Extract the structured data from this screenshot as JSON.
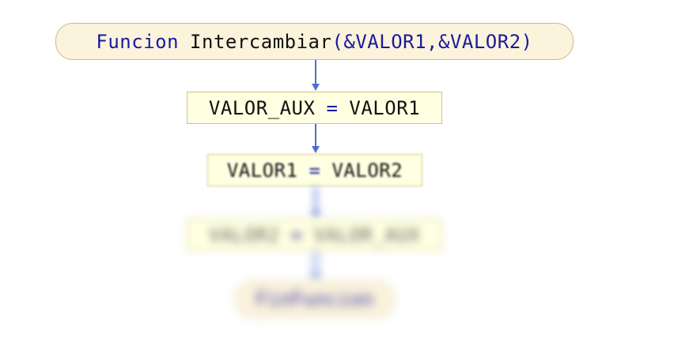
{
  "diagram": {
    "header": {
      "keyword": "Funcion",
      "name": "Intercambiar",
      "open_paren": "(",
      "param1": "&VALOR1",
      "comma": ",",
      "param2": "&VALOR2",
      "close_paren": ")"
    },
    "step1": {
      "left": "VALOR_AUX",
      "op": "=",
      "right": "VALOR1"
    },
    "step2": {
      "left": "VALOR1",
      "op": "=",
      "right": "VALOR2"
    },
    "step3": {
      "left": "VALOR2",
      "op": "=",
      "right": "VALOR_AUX"
    },
    "footer": {
      "keyword": "FinFuncion"
    },
    "colors": {
      "terminal_fill": "#fcf3dc",
      "process_fill": "#ffffe1",
      "arrow": "#4a6fd0",
      "keyword": "#1a1a9c"
    }
  }
}
